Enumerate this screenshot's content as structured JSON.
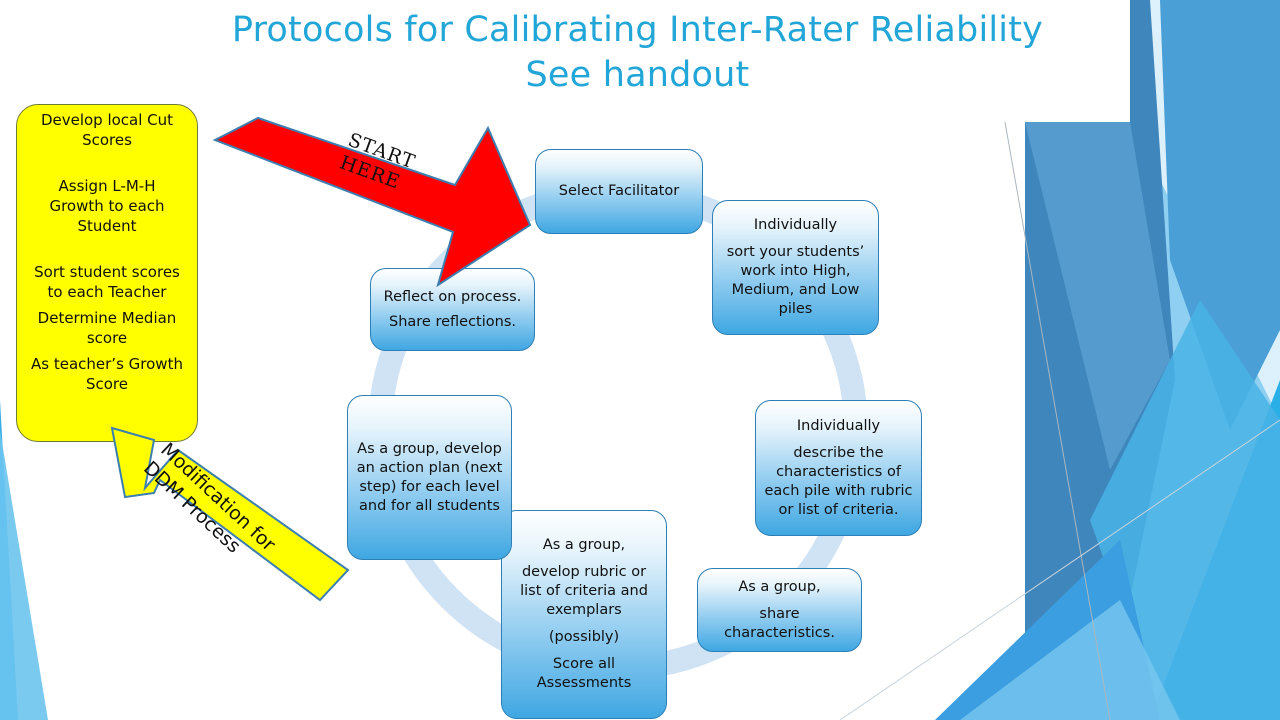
{
  "title_line1": "Protocols for Calibrating Inter-Rater Reliability",
  "title_line2": "See handout",
  "sidebar": {
    "items": [
      "Develop local Cut Scores",
      "Assign L-M-H Growth to each Student",
      "Sort student scores  to each Teacher",
      "Determine Median score",
      "As teacher’s Growth Score"
    ]
  },
  "start_arrow": {
    "label": "START HERE",
    "color": "#ff0000"
  },
  "mod_arrow": {
    "label": "Modification for DDM Process",
    "color": "#ffff00"
  },
  "steps": [
    {
      "lines": [
        "Select Facilitator"
      ]
    },
    {
      "lines": [
        "Individually",
        "sort your students’ work into High, Medium, and Low piles"
      ]
    },
    {
      "lines": [
        "Individually",
        "describe the characteristics of each pile with rubric or list of criteria."
      ]
    },
    {
      "lines": [
        "As a group,",
        "share characteristics."
      ]
    },
    {
      "lines": [
        "As a group,",
        "develop rubric or list of criteria and exemplars",
        "(possibly)",
        "Score all Assessments"
      ]
    },
    {
      "lines": [
        "As a group, develop an action plan (next step) for each level and for all students"
      ]
    },
    {
      "lines": [
        "Reflect on process.",
        "Share reflections."
      ]
    }
  ],
  "colors": {
    "title": "#22a6d8",
    "ring": "#cfe3f5",
    "step_border": "#2d7fb5",
    "deco_dark": "#3b7fb3",
    "deco_mid": "#5fb8e8",
    "deco_light": "#bfe4f7"
  }
}
